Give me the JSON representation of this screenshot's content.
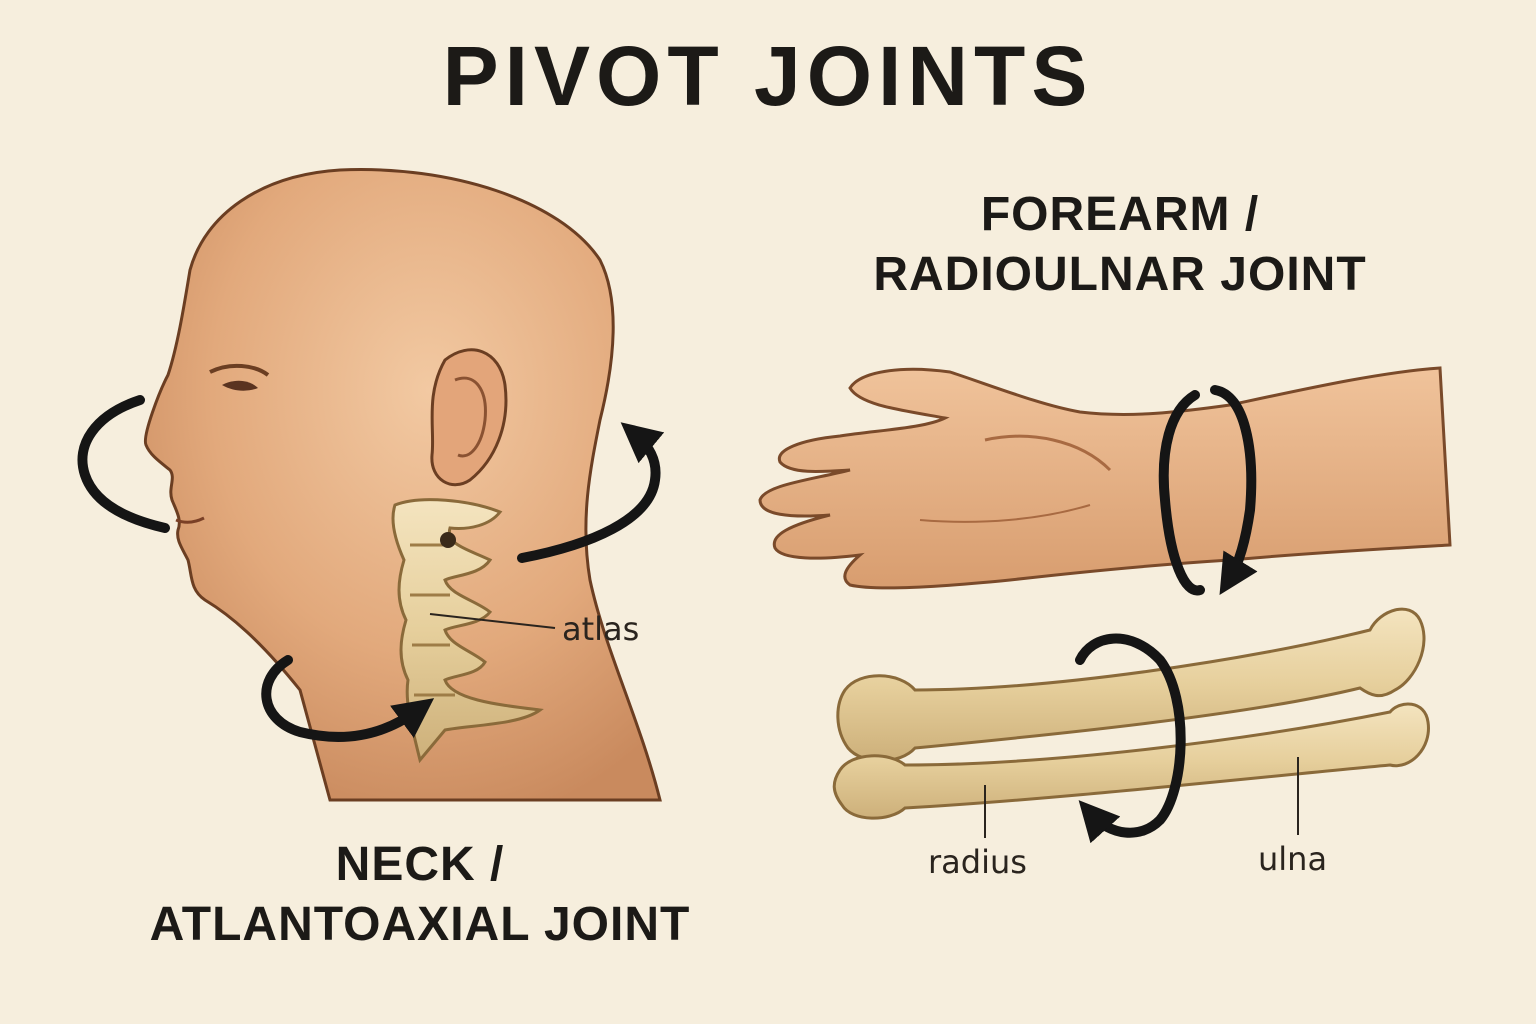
{
  "title": "PIVOT JOINTS",
  "sections": {
    "neck": {
      "heading_line1": "NECK /",
      "heading_line2": "ATLANTOAXIAL JOINT",
      "labels": {
        "atlas": "atlas"
      }
    },
    "forearm": {
      "heading_line1": "FOREARM /",
      "heading_line2": "RADIOULNAR JOINT",
      "labels": {
        "radius": "radius",
        "ulna": "ulna"
      }
    }
  },
  "colors": {
    "background": "#f6eedd",
    "text": "#1c1a17",
    "skin": "#e8b68c",
    "bone": "#ecd7a8",
    "arrow": "#151515"
  }
}
